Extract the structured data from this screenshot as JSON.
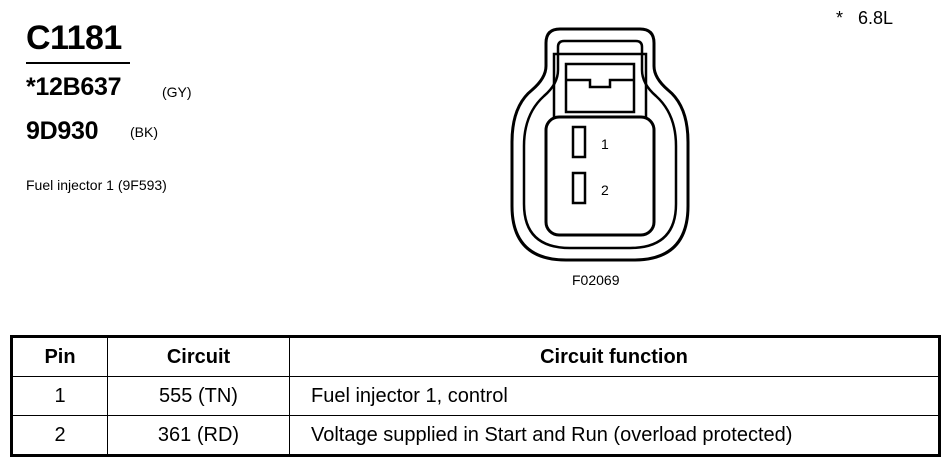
{
  "header": {
    "connector_id": "C1181",
    "engine_note": "*   6.8L"
  },
  "parts": [
    {
      "number": "*12B637",
      "color": "(GY)"
    },
    {
      "number": "9D930",
      "color": "(BK)"
    }
  ],
  "component": {
    "description": "Fuel injector 1 (9F593)"
  },
  "diagram": {
    "label": "F02069",
    "pin_labels": [
      "1",
      "2"
    ]
  },
  "table": {
    "headers": {
      "pin": "Pin",
      "circuit": "Circuit",
      "function": "Circuit function"
    },
    "rows": [
      {
        "pin": "1",
        "circuit": "555 (TN)",
        "function": "Fuel injector 1, control"
      },
      {
        "pin": "2",
        "circuit": "361 (RD)",
        "function": "Voltage supplied in Start and Run (overload protected)"
      }
    ]
  }
}
